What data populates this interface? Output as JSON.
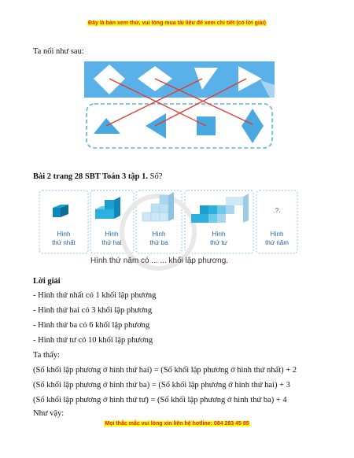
{
  "header_banner": "Đây là bản xem thử, vui lòng mua tài liệu để xem chi tiết (có lời giải)",
  "footer_banner": "Mọi thắc mắc vui lòng xin liên hệ hotline: 084 283 45 85",
  "intro": "Ta nối như sau:",
  "exercise": {
    "title_bold": "Bài 2 trang 28 SBT Toán 3 tập 1.",
    "title_rest": " Số?",
    "cards": [
      {
        "line1": "Hình",
        "line2": "thứ nhất"
      },
      {
        "line1": "Hình",
        "line2": "thứ hai"
      },
      {
        "line1": "Hình",
        "line2": "thứ ba"
      },
      {
        "line1": "Hình",
        "line2": "thứ tư"
      },
      {
        "line1": "Hình",
        "line2": "thứ năm",
        "mark": ".?."
      }
    ],
    "caption": "Hình thứ năm có ... ... khối lập phương."
  },
  "solution": {
    "heading": "Lời giải",
    "lines": [
      "- Hình thứ nhất có 1 khối lập phương",
      "- Hình thứ hai có 3 khối lập phương",
      "- Hình thứ ba có 6 khối lập phương",
      "- Hình thứ tư có 10 khối lập phương",
      "Ta thấy:",
      "(Số khối lập phương ở hình thứ hai) = (Số khối lập phương ở hình thứ nhất) + 2",
      "(Số khối lập phương ở hình thứ ba) = (Số khối lập phương ở hình thứ hai) + 3",
      "(Số khối lập phương ở hình thứ tư) = (Số khối lập phương ở hình thứ ba) + 4",
      "Như vậy:"
    ]
  },
  "colors": {
    "banner_text": "#e02020",
    "banner_bg": "#ffff00",
    "panel_blue": "#5ab0e8",
    "shape_blue": "#4aa8e0",
    "cross_red": "#e03a2a",
    "card_label": "#1f5f99"
  }
}
